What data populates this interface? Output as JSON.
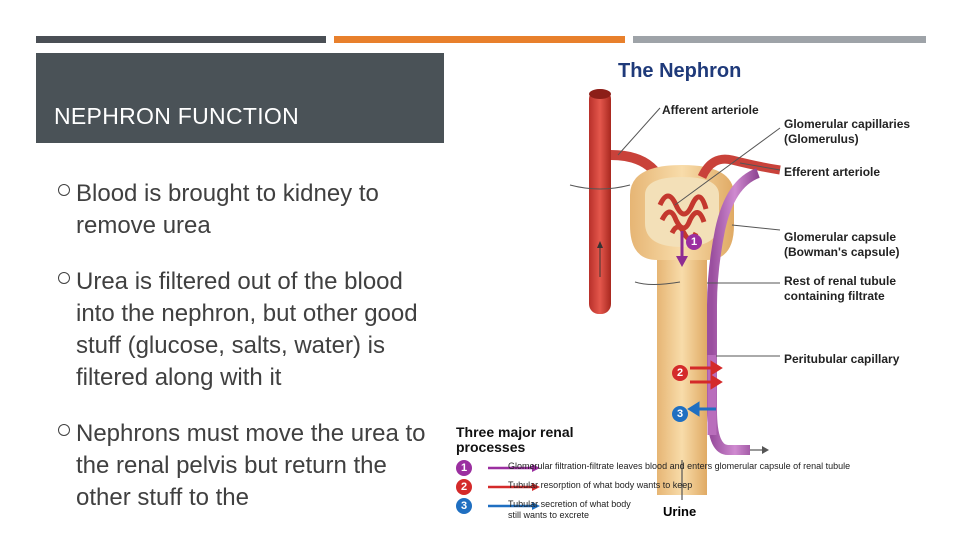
{
  "colors": {
    "bar_gray_dark": "#4a4f55",
    "bar_orange": "#e8802c",
    "bar_gray_light": "#9ea3a8",
    "title_band": "#4a5257",
    "figure_title": "#1f3a7a",
    "process_1": "#9b2fa0",
    "process_2": "#d42a2a",
    "process_3": "#1f6fc1"
  },
  "slide": {
    "title": "NEPHRON FUNCTION",
    "bullets": [
      "Blood is brought to kidney to remove urea",
      "Urea is filtered out of the blood into the nephron, but other good stuff (glucose, salts, water) is filtered along with it",
      "Nephrons must move the urea to the renal pelvis but return the other stuff to the"
    ]
  },
  "figure": {
    "title": "The Nephron",
    "labels": {
      "afferent": "Afferent arteriole",
      "glomerular_capillaries": "Glomerular capillaries (Glomerulus)",
      "efferent": "Efferent arteriole",
      "glomerular_capsule": "Glomerular capsule (Bowman's capsule)",
      "renal_tubule": "Rest of renal tubule containing filtrate",
      "peritubular": "Peritubular capillary",
      "urine": "Urine"
    },
    "processes_title": "Three major renal processes",
    "processes": [
      {
        "num": "1",
        "text": "Glomerular filtration-filtrate leaves blood and enters glomerular capsule of renal tubule"
      },
      {
        "num": "2",
        "text": "Tubular resorption of what body wants to keep"
      },
      {
        "num": "3",
        "text": "Tubular secretion of what body still wants to excrete"
      }
    ]
  }
}
